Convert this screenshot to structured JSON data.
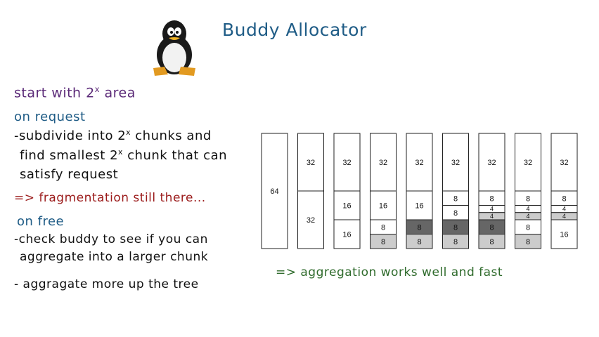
{
  "title": "Buddy Allocator",
  "notes": {
    "start": "start with 2^x area",
    "on_request_heading": "on request",
    "subdivide_1": "-subdivide into 2^x chunks and",
    "subdivide_2": "find smallest 2^x chunk that can",
    "subdivide_3": "satisfy request",
    "fragmentation": "=> fragmentation still there...",
    "on_free_heading": "on free",
    "check_buddy_1": "-check buddy to see if you can",
    "check_buddy_2": "aggregate into a larger chunk",
    "aggregate_tree": "- aggragate more up the tree",
    "conclusion": "=> aggregation works well and fast"
  },
  "icons": {
    "logo": "tux-penguin-icon"
  },
  "colors": {
    "title": "#1f5c86",
    "purple_note": "#5b2a78",
    "blue_note": "#1f5c86",
    "red_note": "#9b1b1b",
    "green_note": "#2f6b2c",
    "allocated_light": "#cccccc",
    "allocated_dark": "#666666",
    "free": "#ffffff"
  },
  "diagram": {
    "total_units": 64,
    "columns": [
      {
        "blocks": [
          {
            "label": "64",
            "size": 64,
            "state": "free"
          }
        ]
      },
      {
        "blocks": [
          {
            "label": "32",
            "size": 32,
            "state": "free"
          },
          {
            "label": "32",
            "size": 32,
            "state": "free"
          }
        ]
      },
      {
        "blocks": [
          {
            "label": "32",
            "size": 32,
            "state": "free"
          },
          {
            "label": "16",
            "size": 16,
            "state": "free"
          },
          {
            "label": "16",
            "size": 16,
            "state": "free"
          }
        ]
      },
      {
        "blocks": [
          {
            "label": "32",
            "size": 32,
            "state": "free"
          },
          {
            "label": "16",
            "size": 16,
            "state": "free"
          },
          {
            "label": "8",
            "size": 8,
            "state": "free"
          },
          {
            "label": "8",
            "size": 8,
            "state": "light"
          }
        ]
      },
      {
        "blocks": [
          {
            "label": "32",
            "size": 32,
            "state": "free"
          },
          {
            "label": "16",
            "size": 16,
            "state": "free"
          },
          {
            "label": "8",
            "size": 8,
            "state": "dark"
          },
          {
            "label": "8",
            "size": 8,
            "state": "light"
          }
        ]
      },
      {
        "blocks": [
          {
            "label": "32",
            "size": 32,
            "state": "free"
          },
          {
            "label": "8",
            "size": 8,
            "state": "free"
          },
          {
            "label": "8",
            "size": 8,
            "state": "free"
          },
          {
            "label": "8",
            "size": 8,
            "state": "dark"
          },
          {
            "label": "8",
            "size": 8,
            "state": "light"
          }
        ]
      },
      {
        "blocks": [
          {
            "label": "32",
            "size": 32,
            "state": "free"
          },
          {
            "label": "8",
            "size": 8,
            "state": "free"
          },
          {
            "label": "4",
            "size": 4,
            "state": "free"
          },
          {
            "label": "4",
            "size": 4,
            "state": "light"
          },
          {
            "label": "8",
            "size": 8,
            "state": "dark"
          },
          {
            "label": "8",
            "size": 8,
            "state": "light"
          }
        ]
      },
      {
        "blocks": [
          {
            "label": "32",
            "size": 32,
            "state": "free"
          },
          {
            "label": "8",
            "size": 8,
            "state": "free"
          },
          {
            "label": "4",
            "size": 4,
            "state": "free"
          },
          {
            "label": "4",
            "size": 4,
            "state": "light"
          },
          {
            "label": "8",
            "size": 8,
            "state": "free"
          },
          {
            "label": "8",
            "size": 8,
            "state": "light"
          }
        ]
      },
      {
        "blocks": [
          {
            "label": "32",
            "size": 32,
            "state": "free"
          },
          {
            "label": "8",
            "size": 8,
            "state": "free"
          },
          {
            "label": "4",
            "size": 4,
            "state": "free"
          },
          {
            "label": "4",
            "size": 4,
            "state": "light"
          },
          {
            "label": "16",
            "size": 16,
            "state": "free"
          }
        ]
      }
    ]
  }
}
